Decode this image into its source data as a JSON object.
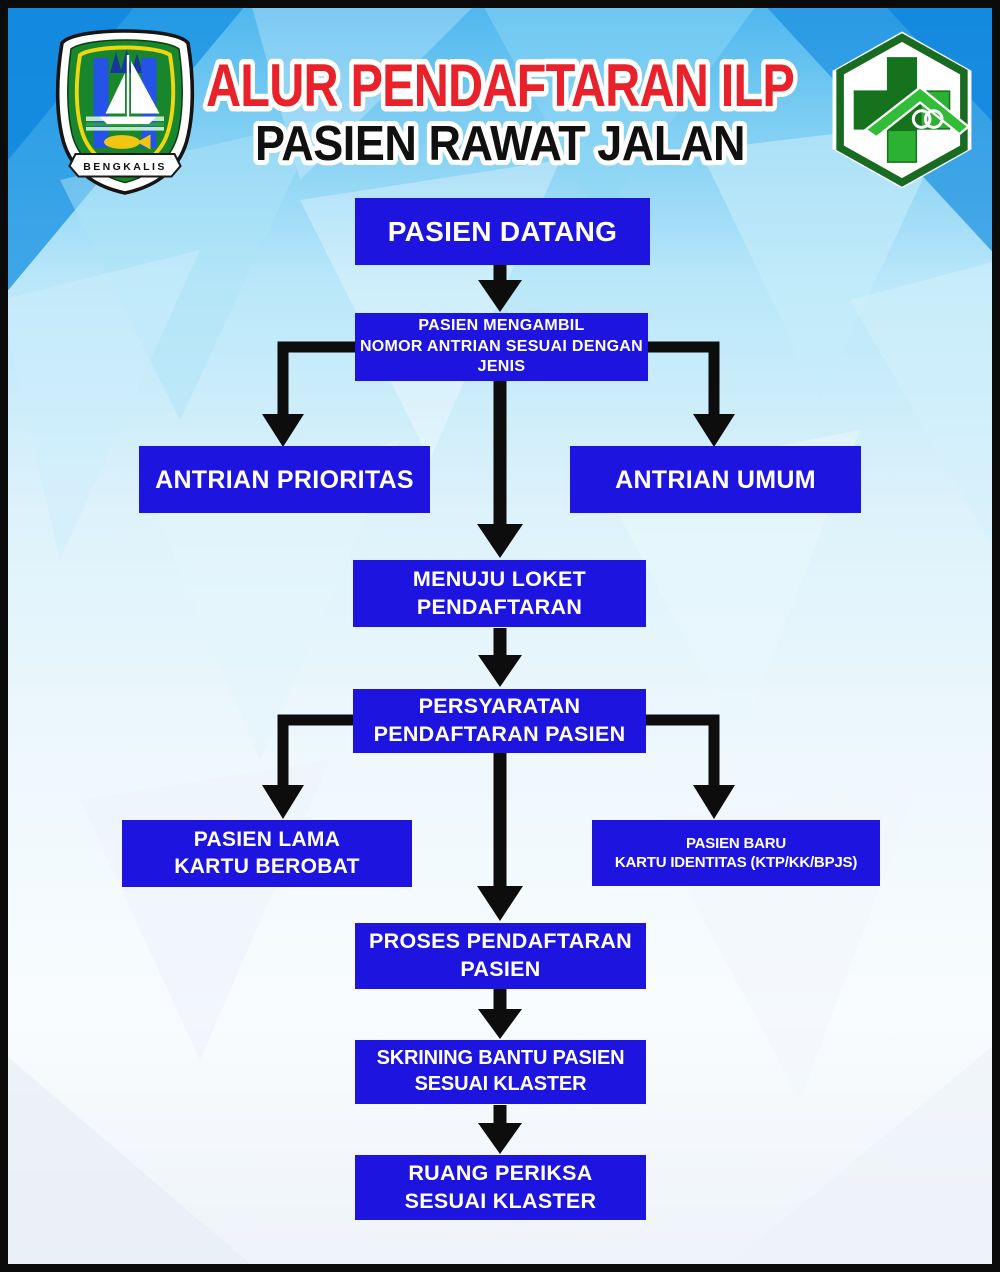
{
  "header": {
    "title": "ALUR PENDAFTARAN ILP",
    "subtitle": "PASIEN RAWAT JALAN",
    "left_logo_label": "BENGKALIS",
    "left_logo_name": "lambang-kabupaten-bengkalis",
    "right_logo_name": "logo-puskesmas"
  },
  "colors": {
    "box_blue": "#1e14df",
    "title_red": "#e8212b",
    "subtitle_black": "#101010",
    "arrow_black": "#0d0d0d",
    "background_top_blue": "#2ea6ea",
    "bengkalis_green": "#18862c",
    "puskesmas_green": "#2cb133"
  },
  "flowchart": {
    "nodes": [
      {
        "id": "pasien-datang",
        "lines": [
          "PASIEN DATANG"
        ]
      },
      {
        "id": "pasien-mengambil-nomor",
        "lines": [
          "PASIEN MENGAMBIL",
          "NOMOR ANTRIAN SESUAI DENGAN",
          "JENIS"
        ]
      },
      {
        "id": "antrian-prioritas",
        "lines": [
          "ANTRIAN PRIORITAS"
        ]
      },
      {
        "id": "antrian-umum",
        "lines": [
          "ANTRIAN UMUM"
        ]
      },
      {
        "id": "menuju-loket",
        "lines": [
          "MENUJU LOKET",
          "PENDAFTARAN"
        ]
      },
      {
        "id": "persyaratan-pendaftaran",
        "lines": [
          "PERSYARATAN",
          "PENDAFTARAN PASIEN"
        ]
      },
      {
        "id": "pasien-lama",
        "lines": [
          "PASIEN LAMA",
          "KARTU BEROBAT"
        ]
      },
      {
        "id": "pasien-baru",
        "lines": [
          "PASIEN BARU",
          "KARTU IDENTITAS (KTP/KK/BPJS)"
        ]
      },
      {
        "id": "proses-pendaftaran",
        "lines": [
          "PROSES PENDAFTARAN",
          "PASIEN"
        ]
      },
      {
        "id": "skrining-bantu",
        "lines": [
          "SKRINING BANTU PASIEN",
          "SESUAI KLASTER"
        ]
      },
      {
        "id": "ruang-periksa",
        "lines": [
          "RUANG PERIKSA",
          "SESUAI KLASTER"
        ]
      }
    ],
    "edges": [
      {
        "from": "pasien-datang",
        "to": "pasien-mengambil-nomor"
      },
      {
        "from": "pasien-mengambil-nomor",
        "to": "antrian-prioritas"
      },
      {
        "from": "pasien-mengambil-nomor",
        "to": "antrian-umum"
      },
      {
        "from": "pasien-mengambil-nomor",
        "to": "menuju-loket"
      },
      {
        "from": "menuju-loket",
        "to": "persyaratan-pendaftaran"
      },
      {
        "from": "persyaratan-pendaftaran",
        "to": "pasien-lama"
      },
      {
        "from": "persyaratan-pendaftaran",
        "to": "pasien-baru"
      },
      {
        "from": "persyaratan-pendaftaran",
        "to": "proses-pendaftaran"
      },
      {
        "from": "proses-pendaftaran",
        "to": "skrining-bantu"
      },
      {
        "from": "skrining-bantu",
        "to": "ruang-periksa"
      }
    ]
  }
}
